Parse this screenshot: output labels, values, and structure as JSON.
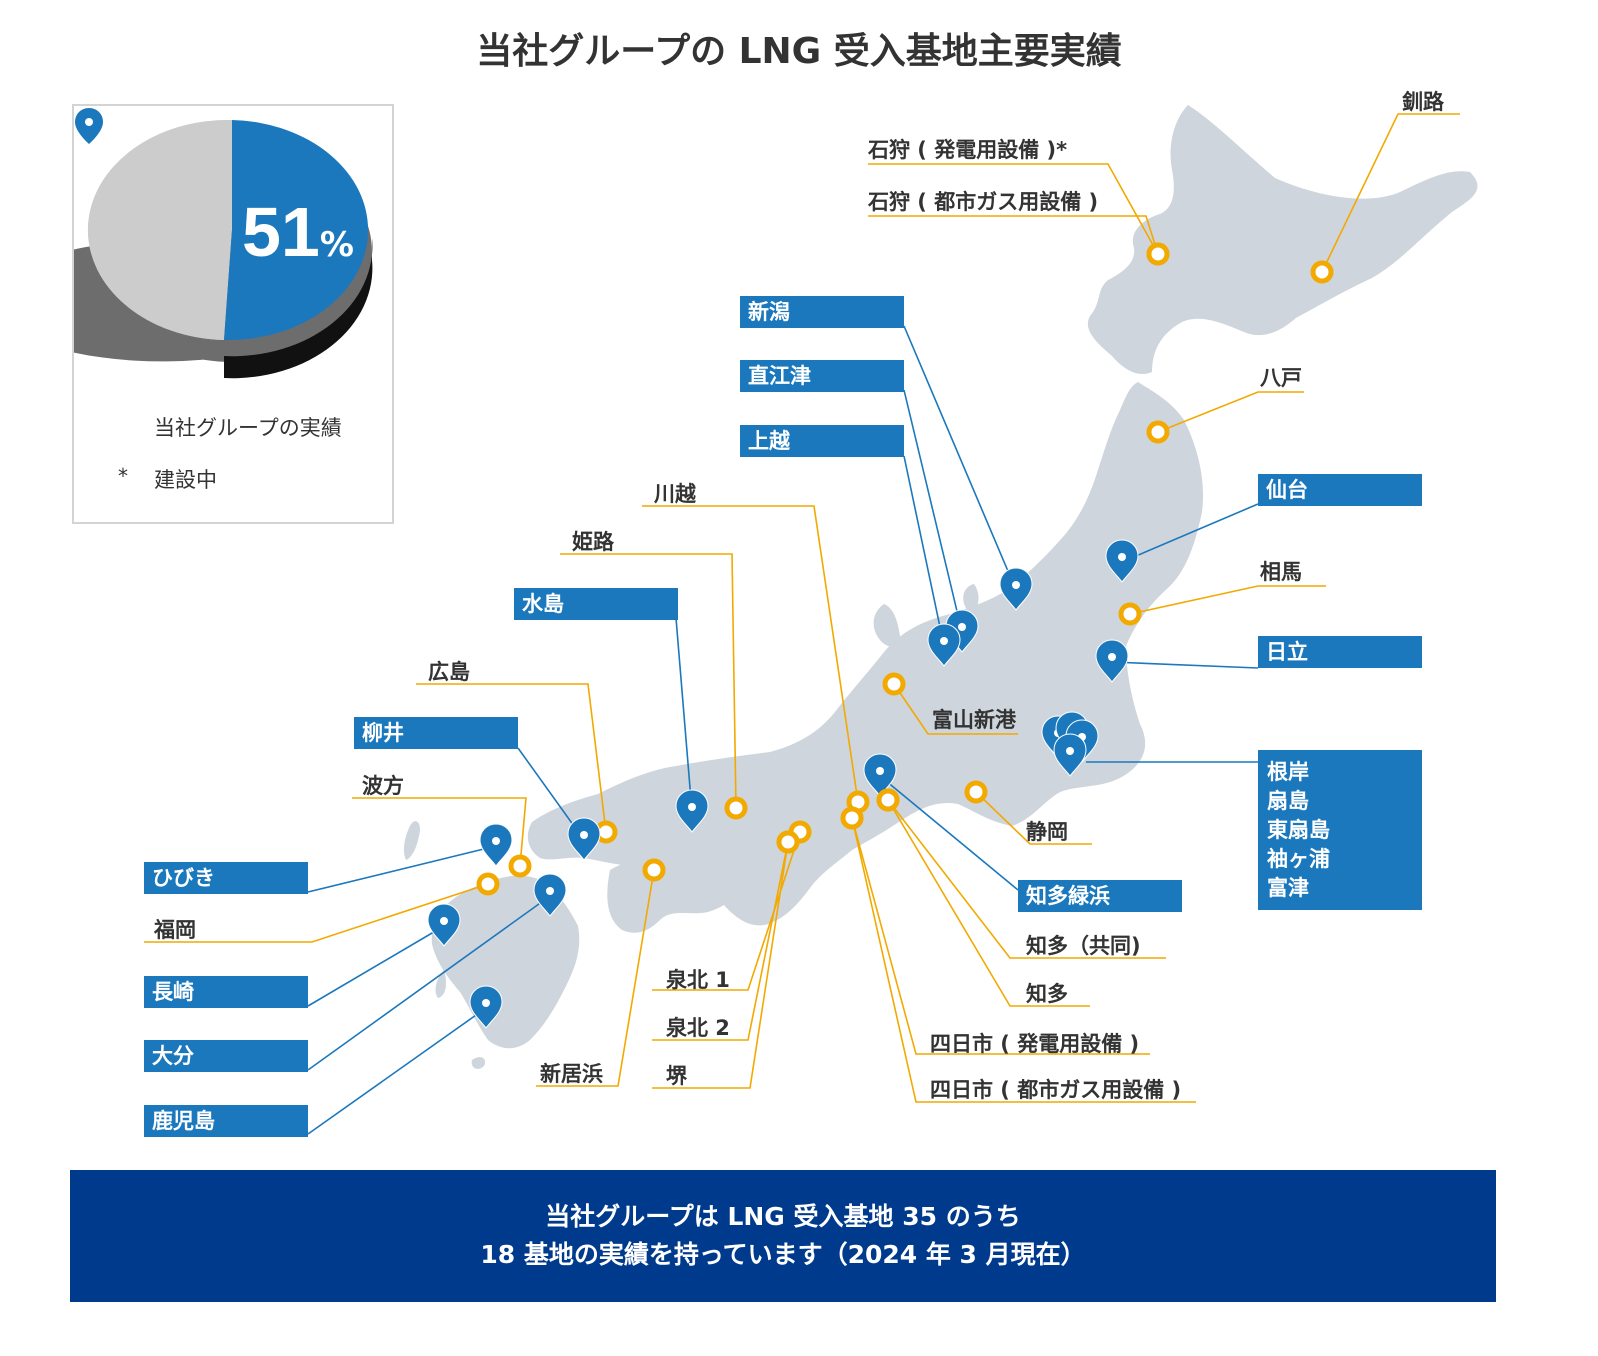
{
  "title": "当社グループの LNG 受入基地主要実績",
  "legend": {
    "share_number": "51",
    "share_symbol": "%",
    "share_fraction": 0.51,
    "pin_label": "当社グループの実績",
    "star_symbol": "*",
    "star_label": "建設中"
  },
  "colors": {
    "blue": "#1b78bd",
    "orange": "#f2a900",
    "land": "#cfd5dc",
    "banner": "#003a8c",
    "pie_gray": "#cccccc"
  },
  "labels": {
    "kushiro": "釧路",
    "ishikari_power": "石狩 ( 発電用設備 )*",
    "ishikari_gas": "石狩 ( 都市ガス用設備 )",
    "niigata": "新潟",
    "naoetsu": "直江津",
    "joetsu": "上越",
    "hachinohe": "八戸",
    "sendai": "仙台",
    "soma": "相馬",
    "hitachi": "日立",
    "kawagoe": "川越",
    "himeji": "姫路",
    "mizushima": "水島",
    "hiroshima": "広島",
    "yanai": "柳井",
    "namikata": "波方",
    "hibiki": "ひびき",
    "fukuoka": "福岡",
    "nagasaki": "長崎",
    "oita": "大分",
    "kagoshima": "鹿児島",
    "toyama": "富山新港",
    "tokyo_bay": [
      "根岸",
      "扇島",
      "東扇島",
      "袖ヶ浦",
      "富津"
    ],
    "shizuoka": "静岡",
    "chita_midorihama": "知多緑浜",
    "chita_joint": "知多（共同)",
    "chita": "知多",
    "yokkaichi_power": "四日市 ( 発電用設備 )",
    "yokkaichi_gas": "四日市 ( 都市ガス用設備 )",
    "senboku1": "泉北 1",
    "senboku2": "泉北 2",
    "sakai": "堺",
    "niihama": "新居浜"
  },
  "banner": {
    "line1": "当社グループは LNG 受入基地 35 のうち",
    "line2": "18 基地の実績を持っています（2024 年 3 月現在）"
  }
}
